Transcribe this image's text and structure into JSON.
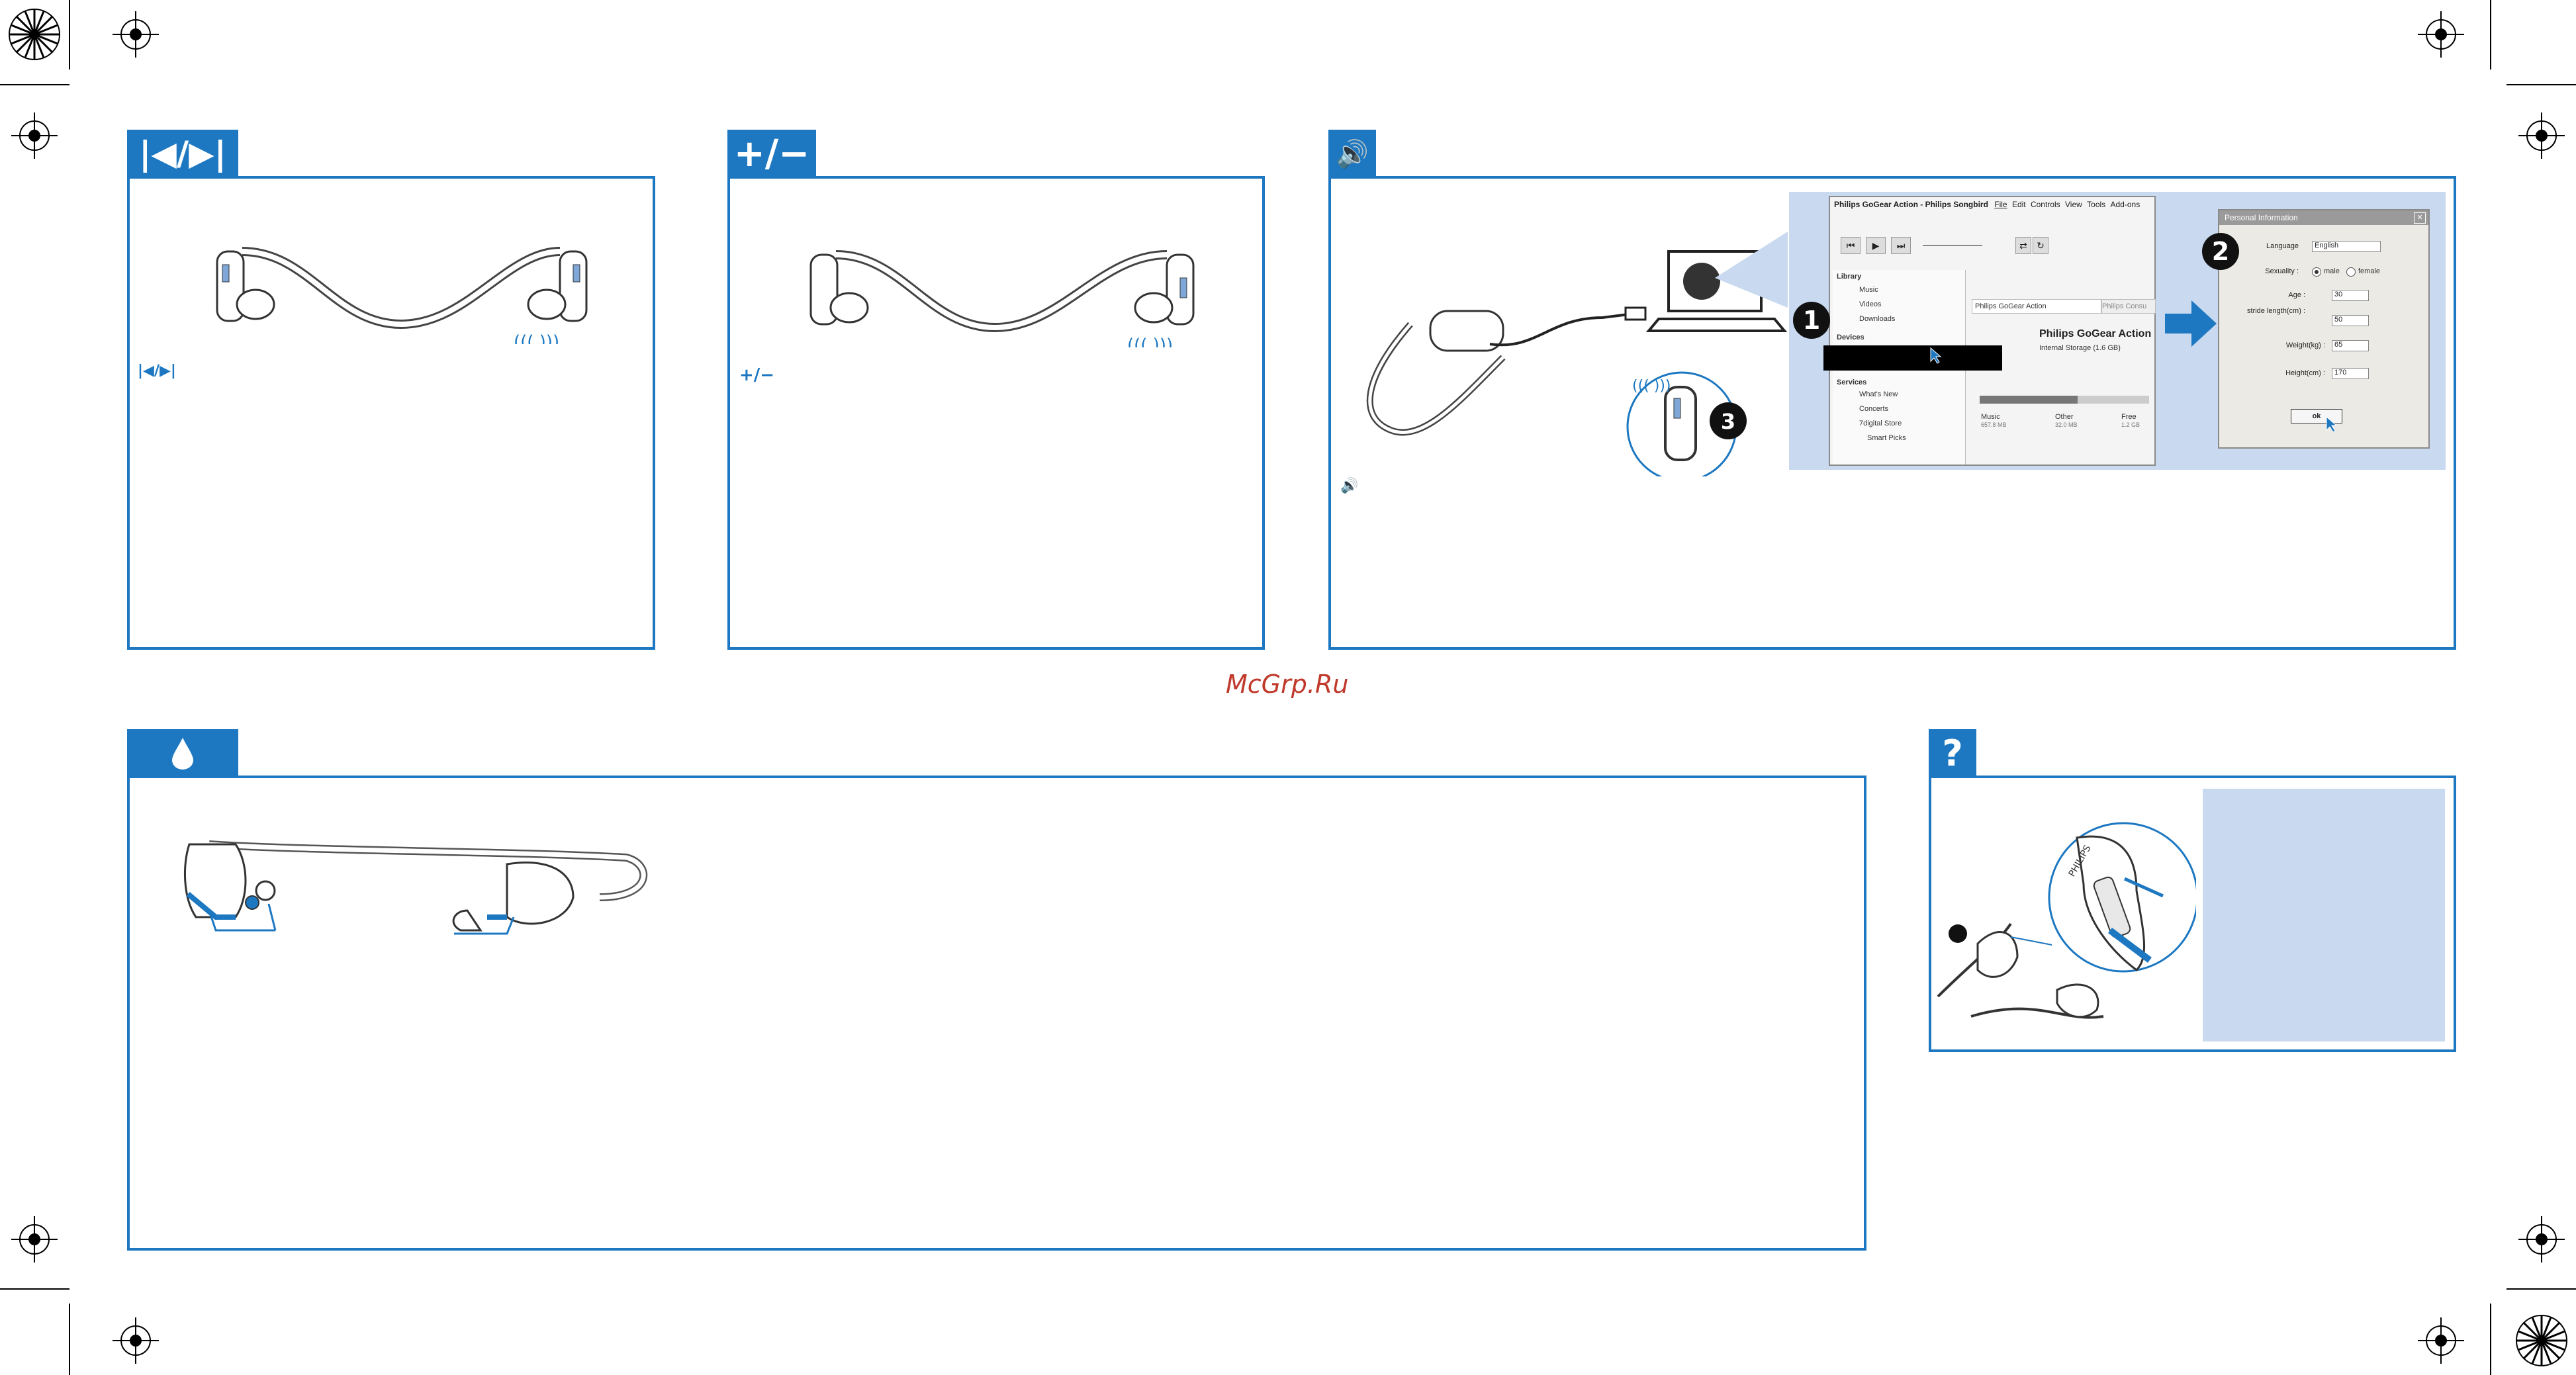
{
  "watermark": "McGrp.Ru",
  "panels": {
    "skip": {
      "tab_symbol": "|◀/▶|",
      "caption_symbol": "|◀/▶|"
    },
    "volume": {
      "tab_symbol": "+/−",
      "caption_symbol": "+/−"
    },
    "sync": {
      "tab_symbol": "🔊",
      "caption_symbol": "🔊"
    },
    "water": {
      "tab_symbol": "💧"
    },
    "help": {
      "tab_symbol": "?"
    }
  },
  "songbird": {
    "title": "Philips GoGear Action - Philips Songbird",
    "menu": [
      "File",
      "Edit",
      "Controls",
      "View",
      "Tools",
      "Add-ons"
    ],
    "sidebar": {
      "library_header": "Library",
      "library_items": [
        "Music",
        "Videos",
        "Downloads"
      ],
      "devices_header": "Devices",
      "services_header": "Services",
      "services_items": [
        "What's New",
        "Concerts",
        "7digital Store",
        "Smart Picks"
      ]
    },
    "tab_label": "Philips GoGear Action",
    "tab_label2": "Philips Consu",
    "device_name": "Philips GoGear Action",
    "device_storage": "Internal Storage (1.6 GB)",
    "storage_legend": [
      {
        "label": "Music",
        "size": "657.8 MB"
      },
      {
        "label": "Other",
        "size": "32.0 MB"
      },
      {
        "label": "Free",
        "size": "1.2 GB"
      }
    ]
  },
  "personal_info": {
    "title": "Personal Information",
    "language_label": "Language",
    "language_value": "English",
    "sexuality_label": "Sexuality :",
    "male_label": "male",
    "female_label": "female",
    "age_label": "Age :",
    "age_value": "30",
    "stride_label": "stride length(cm) :",
    "stride_value": "50",
    "weight_label": "Weight(kg) :",
    "weight_value": "65",
    "height_label": "Height(cm) :",
    "height_value": "170",
    "ok_label": "ok"
  },
  "steps": [
    "1",
    "2",
    "3"
  ],
  "colors": {
    "accent": "#1d78c1",
    "panel_bg": "#c8d9f0",
    "watermark": "#c0392b"
  }
}
